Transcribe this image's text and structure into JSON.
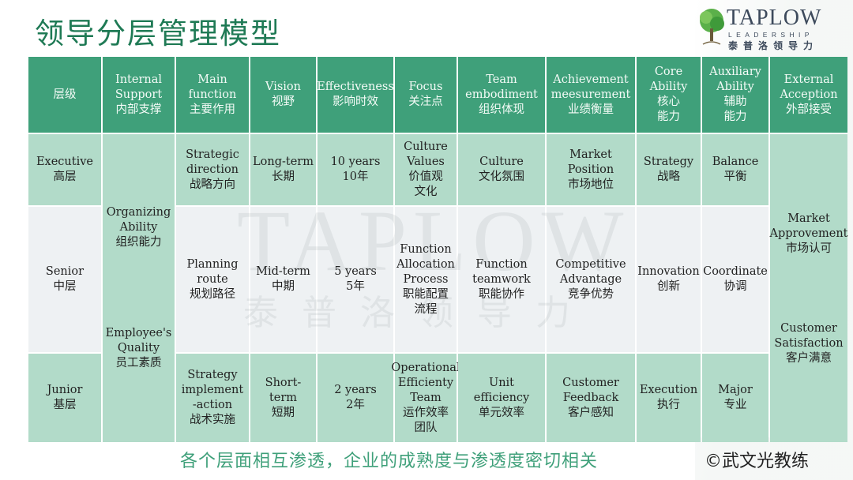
{
  "title": "领导分层管理模型",
  "logo": {
    "brand": "TAPLOW",
    "sub": "LEADERSHIP",
    "cn": "泰普洛领导力",
    "icon": "tree-icon"
  },
  "watermark": {
    "line1": "TAPLOW",
    "line2": "泰普洛领导力"
  },
  "colors": {
    "header_bg": "#3fa07a",
    "row_green": "#b2dbc9",
    "row_light": "#eef1f3",
    "title": "#1f7a55",
    "footer": "#3fa07a"
  },
  "table": {
    "headers": [
      "层级",
      "Internal\nSupport\n内部支撑",
      "Main\nfunction\n主要作用",
      "Vision\n视野",
      "Effectiveness\n影响时效",
      "Focus\n关注点",
      "Team\nembodiment\n组织体现",
      "Achievement\nmeesurement\n业绩衡量",
      "Core\nAbility\n核心\n能力",
      "Auxiliary\nAbility\n辅助\n能力",
      "External\nAcception\n外部接受"
    ],
    "internal_support": {
      "top": "Organizing\nAbility\n组织能力",
      "bottom": "Employee's\nQuality\n员工素质"
    },
    "external_acception": {
      "top": "Market\nApprovement\n市场认可",
      "bottom": "Customer\nSatisfaction\n客户满意"
    },
    "rows": [
      {
        "level": "Executive\n高层",
        "main_function": "Strategic\ndirection\n战略方向",
        "vision": "Long-term\n长期",
        "effectiveness": "10  years\n10年",
        "focus": "Culture\nValues\n价值观\n文化",
        "team": "Culture\n文化氛围",
        "achievement": "Market\nPosition\n市场地位",
        "core": "Strategy\n战略",
        "auxiliary": "Balance\n平衡"
      },
      {
        "level": "Senior\n中层",
        "main_function": "Planning\nroute\n规划路径",
        "vision": "Mid-term\n中期",
        "effectiveness": "5  years\n5年",
        "focus": "Function\nAllocation\nProcess\n职能配置\n流程",
        "team": "Function\nteamwork\n职能协作",
        "achievement": "Competitive\nAdvantage\n竞争优势",
        "core": "Innovation\n创新",
        "auxiliary": "Coordinate\n协调"
      },
      {
        "level": "Junior\n基层",
        "main_function": "Strategy\nimplement\n-action\n战术实施",
        "vision": "Short-\nterm\n短期",
        "effectiveness": "2  years\n2年",
        "focus": "Operational\nEfficienty\nTeam\n运作效率\n团队",
        "team": "Unit\nefficiency\n单元效率",
        "achievement": "Customer\nFeedback\n客户感知",
        "core": "Execution\n执行",
        "auxiliary": "Major\n专业"
      }
    ]
  },
  "footer": {
    "tagline": "各个层面相互渗透，企业的成熟度与渗透度密切相关",
    "credit": "©武文光教练"
  }
}
